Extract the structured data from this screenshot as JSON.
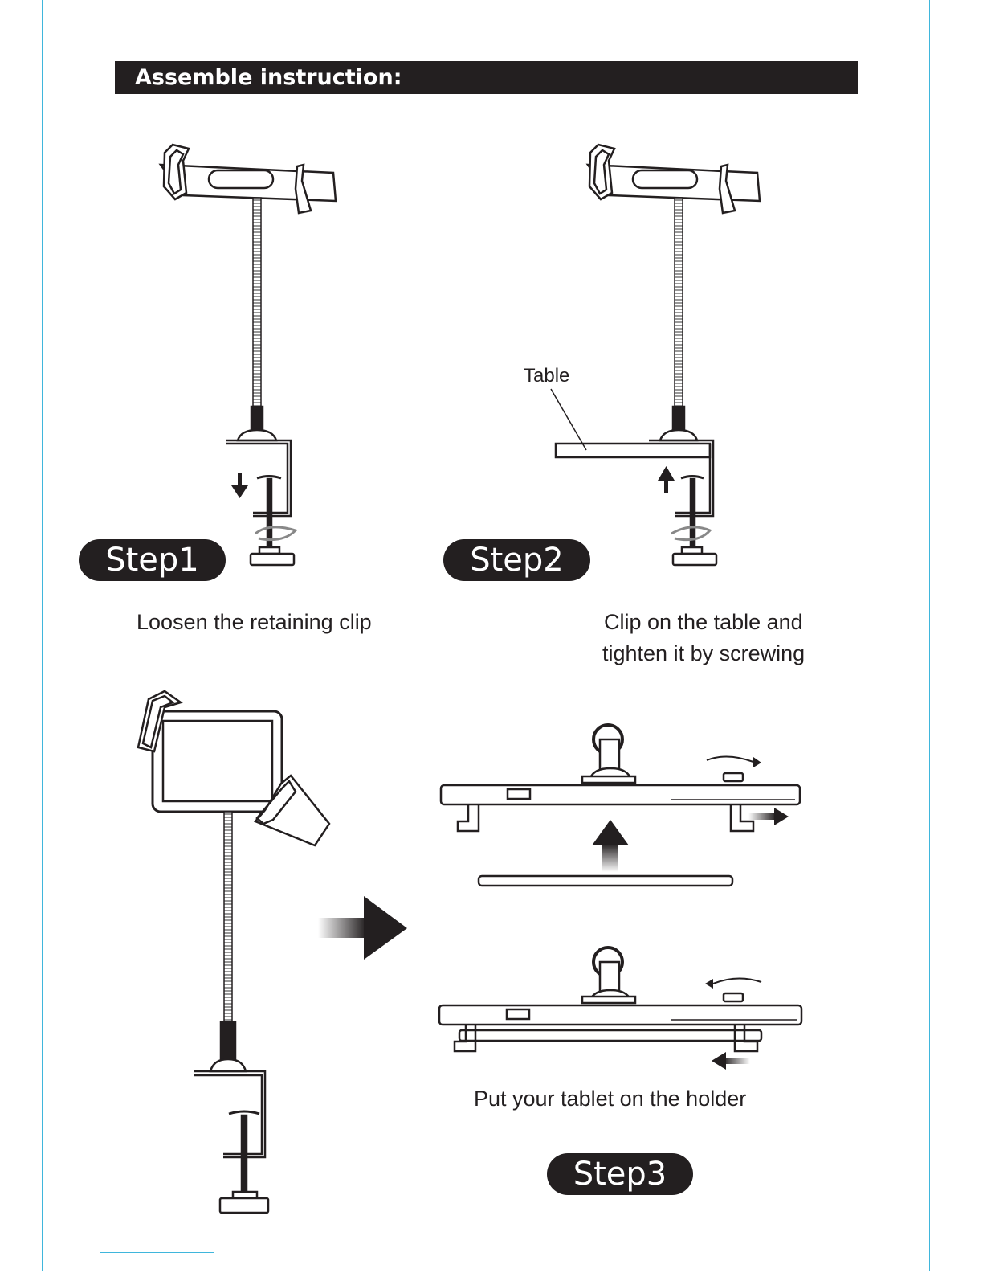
{
  "header": {
    "title": "Assemble instruction:"
  },
  "steps": [
    {
      "badge": "Step1",
      "caption": "Loosen the retaining clip"
    },
    {
      "badge": "Step2",
      "caption_line1": "Clip on the table and",
      "caption_line2": "tighten it by screwing",
      "label": "Table"
    },
    {
      "badge": "Step3",
      "caption": "Put your tablet on the holder"
    }
  ],
  "colors": {
    "ink": "#231f20",
    "frame": "#3fb6dc",
    "paper": "#ffffff"
  }
}
